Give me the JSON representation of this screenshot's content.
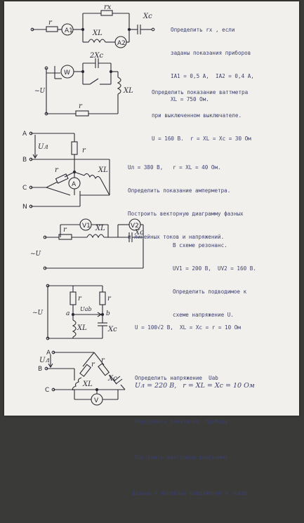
{
  "problems": [
    {
      "id": "p1",
      "lines": [
        "Определить rx , если",
        "заданы показания приборов",
        "IA1 = 0,5 A,  IA2 = 0,4 A,",
        "XL = 750 Ом."
      ],
      "labels": [
        "rx",
        "r",
        "A1",
        "A2",
        "XL",
        "Xc"
      ]
    },
    {
      "id": "p2",
      "lines": [
        "Определить показание ваттметра",
        "при выключенном выключателе.",
        "U = 160 В.  r = XL = Xc = 30 Ом"
      ],
      "labels": [
        "W",
        "2Xc",
        "XL",
        "r",
        "~U"
      ]
    },
    {
      "id": "p3",
      "lines": [
        "Uл = 380 В,   r = XL = 40 Ом.",
        "Определить показание амперметра.",
        "Построить векторную диаграмму фазных",
        "и линейных токов и напряжений."
      ],
      "labels": [
        "A",
        "B",
        "C",
        "N",
        "Uл",
        "r",
        "r",
        "XL",
        "A"
      ]
    },
    {
      "id": "p4",
      "lines": [
        "В схеме резонанс.",
        "UV1 = 200 В,  UV2 = 160 В.",
        "Определить подводимое к",
        "схеме напряжение U."
      ],
      "labels": [
        "V1",
        "V2",
        "r",
        "XL",
        "Xc",
        "~U"
      ]
    },
    {
      "id": "p5",
      "lines": [
        "U = 100√2 В,  XL = Xc = r = 10 Ом",
        "Определить напряжение  Uab"
      ],
      "labels": [
        "r",
        "r",
        "a",
        "Uab",
        "b",
        "XL",
        "Xc",
        "~U"
      ]
    },
    {
      "id": "p6",
      "lines": [
        "Uл = 220 В,   r = XL = Xc = 10 Ом",
        "Определить показание  прибора.",
        "Построить векторную диаграмму",
        "фазных и линейных напряжений и токов."
      ],
      "labels": [
        "A",
        "B",
        "C",
        "Uл",
        "r",
        "XL",
        "r",
        "Xc",
        "V"
      ]
    }
  ]
}
